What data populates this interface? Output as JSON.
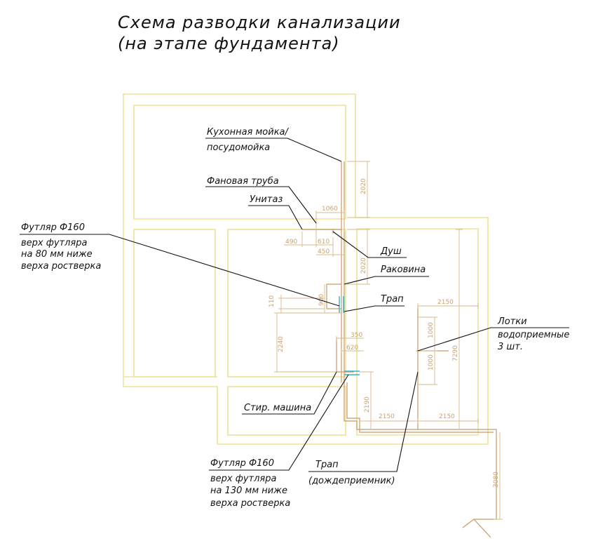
{
  "title": {
    "line1": "Схема разводки канализации",
    "line2": "(на этапе фундамента)"
  },
  "labels": {
    "kitchen_sink_1": "Кухонная мойка/",
    "kitchen_sink_2": "посудомойка",
    "fan_pipe": "Фановая труба",
    "toilet": "Унитаз",
    "shower": "Душ",
    "washbasin": "Раковина",
    "drain": "Трап",
    "sleeve1_title": "Футляр Ф160",
    "sleeve1_line1": "верх футляра",
    "sleeve1_line2": "на 80 мм ниже",
    "sleeve1_line3": "верха ростверка",
    "trays_1": "Лотки",
    "trays_2": "водоприемные",
    "trays_3": "3 шт.",
    "washer": "Стир. машина",
    "sleeve2_title": "Футляр Ф160",
    "sleeve2_line1": "верх футляра",
    "sleeve2_line2": "на 130 мм ниже",
    "sleeve2_line3": "верха ростверка",
    "rain_drain_1": "Трап",
    "rain_drain_2": "(дождеприемник)"
  },
  "dimensions": {
    "d2020_top": "2020",
    "d1060": "1060",
    "d490": "490",
    "d610": "610",
    "d450": "450",
    "d2020_mid": "2020",
    "d110": "110",
    "d900": "900",
    "d2240": "2240",
    "d350": "350",
    "d620": "620",
    "d2190": "2190",
    "d2150_a": "2150",
    "d2150_b": "2150",
    "d2150_top": "2150",
    "d1000_a": "1000",
    "d1000_b": "1000",
    "d7290": "7290",
    "d3080": "3080"
  }
}
